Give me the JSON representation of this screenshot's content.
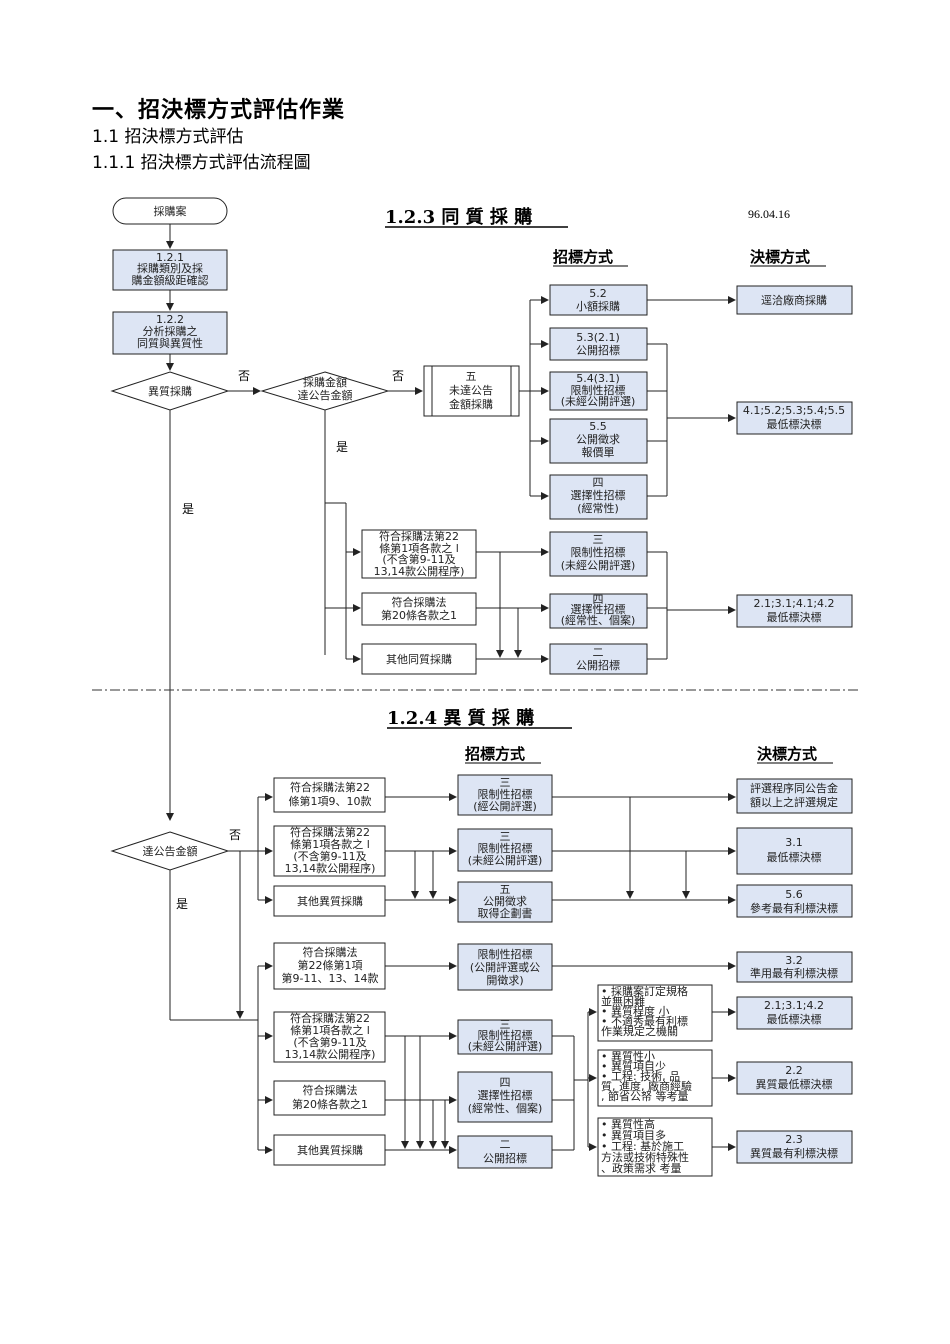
{
  "header": {
    "h1": "一、招決標方式評估作業",
    "h2": "1.1 招決標方式評估",
    "h3": "1.1.1 招決標方式評估流程圖"
  },
  "top": {
    "title": "1.2.3 同 質 採 購",
    "date": "96.04.16",
    "col_award": "招標方式",
    "col_decide": "決標方式",
    "start": "採購案",
    "b121": [
      "1.2.1",
      "採購類別及採",
      "購金額級距確認"
    ],
    "b122": [
      "1.2.2",
      "分析採購之",
      "同質與異質性"
    ],
    "d_hetero": "異質採購",
    "d_amount": [
      "採購金額",
      "達公告金額"
    ],
    "no1": "否",
    "no2": "否",
    "yes1": "是",
    "yes2": "是",
    "b_five": [
      "五",
      "未達公告",
      "金額採購"
    ],
    "m52": [
      "5.2",
      "小額採購"
    ],
    "m53": [
      "5.3(2.1)",
      "公開招標"
    ],
    "m54": [
      "5.4(3.1)",
      "限制性招標",
      "(未經公開評選)"
    ],
    "m55": [
      "5.5",
      "公開徵求",
      "報價單"
    ],
    "m4": [
      "四",
      "選擇性招標",
      "(經常性)"
    ],
    "r_small": "逕洽廠商採購",
    "r_low": [
      "4.1;5.2;5.3;5.4;5.5",
      "最低標決標"
    ],
    "c22": [
      "符合採購法第22",
      "條第1項各款之 l",
      "(不含第9-11及",
      "13,14款公開程序)"
    ],
    "c20": [
      "符合採購法",
      "第20條各款之1"
    ],
    "c_other": "其他同質採購",
    "t3": [
      "三",
      "限制性招標",
      "(未經公開評選)"
    ],
    "t4": [
      "四",
      "選擇性招標",
      "(經常性、個案)"
    ],
    "t2": [
      "二",
      "公開招標"
    ],
    "r_low2": [
      "2.1;3.1;4.1;4.2",
      "最低標決標"
    ]
  },
  "bottom": {
    "title": "1.2.4 異 質 採 購",
    "col_award": "招標方式",
    "col_decide": "決標方式",
    "d_amount": "達公告金額",
    "no": "否",
    "yes": "是",
    "a1": [
      "符合採購法第22",
      "條第1項9、10款"
    ],
    "a2": [
      "符合採購法第22",
      "條第1項各款之 l",
      "(不含第9-11及",
      "13,14款公開程序)"
    ],
    "a3": "其他異質採購",
    "ta1": [
      "三",
      "限制性招標",
      "(經公開評選)"
    ],
    "ta2": [
      "三",
      "限制性招標",
      "(未經公開評選)"
    ],
    "ta3": [
      "五",
      "公開徵求",
      "取得企劃書"
    ],
    "ra1": [
      "評選程序同公告金",
      "額以上之評選規定"
    ],
    "ra2": [
      "3.1",
      "最低標決標"
    ],
    "ra3": [
      "5.6",
      "參考最有利標決標"
    ],
    "b1": [
      "符合採購法",
      "第22條第1項",
      "第9-11、13、14款"
    ],
    "b2": [
      "符合採購法第22",
      "條第1項各款之 l",
      "(不含第9-11及",
      "13,14款公開程序)"
    ],
    "b3": [
      "符合採購法",
      "第20條各款之1"
    ],
    "b4": "其他異質採購",
    "tb1": [
      "限制性招標",
      "(公開評選或公",
      "開徵求)"
    ],
    "tb2": [
      "三",
      "限制性招標",
      "(未經公開評選)"
    ],
    "tb3": [
      "四",
      "選擇性招標",
      "(經常性、個案)"
    ],
    "tb4": [
      "二",
      "公開招標"
    ],
    "n1": [
      "• 採購案訂定規格",
      "  並無困難",
      "• 異質程度 小",
      "• 不適秀最有利標",
      "  作業規定之機關"
    ],
    "n2": [
      "• 異質性小",
      "• 異質項目少",
      "• 工程: 技術, 品",
      "質, 進度, 廠商經驗",
      "  , 節省公帑 等考量"
    ],
    "n3": [
      "• 異質性高",
      "• 異質項目多",
      "• 工程: 基於施工",
      "方法或技術特殊性",
      "、政策需求 考量"
    ],
    "rb1": [
      "3.2",
      "準用最有利標決標"
    ],
    "rb2": [
      "2.1;3.1;4.2",
      "最低標決標"
    ],
    "rb3": [
      "2.2",
      "異質最低標決標"
    ],
    "rb4": [
      "2.3",
      "異質最有利標決標"
    ]
  }
}
